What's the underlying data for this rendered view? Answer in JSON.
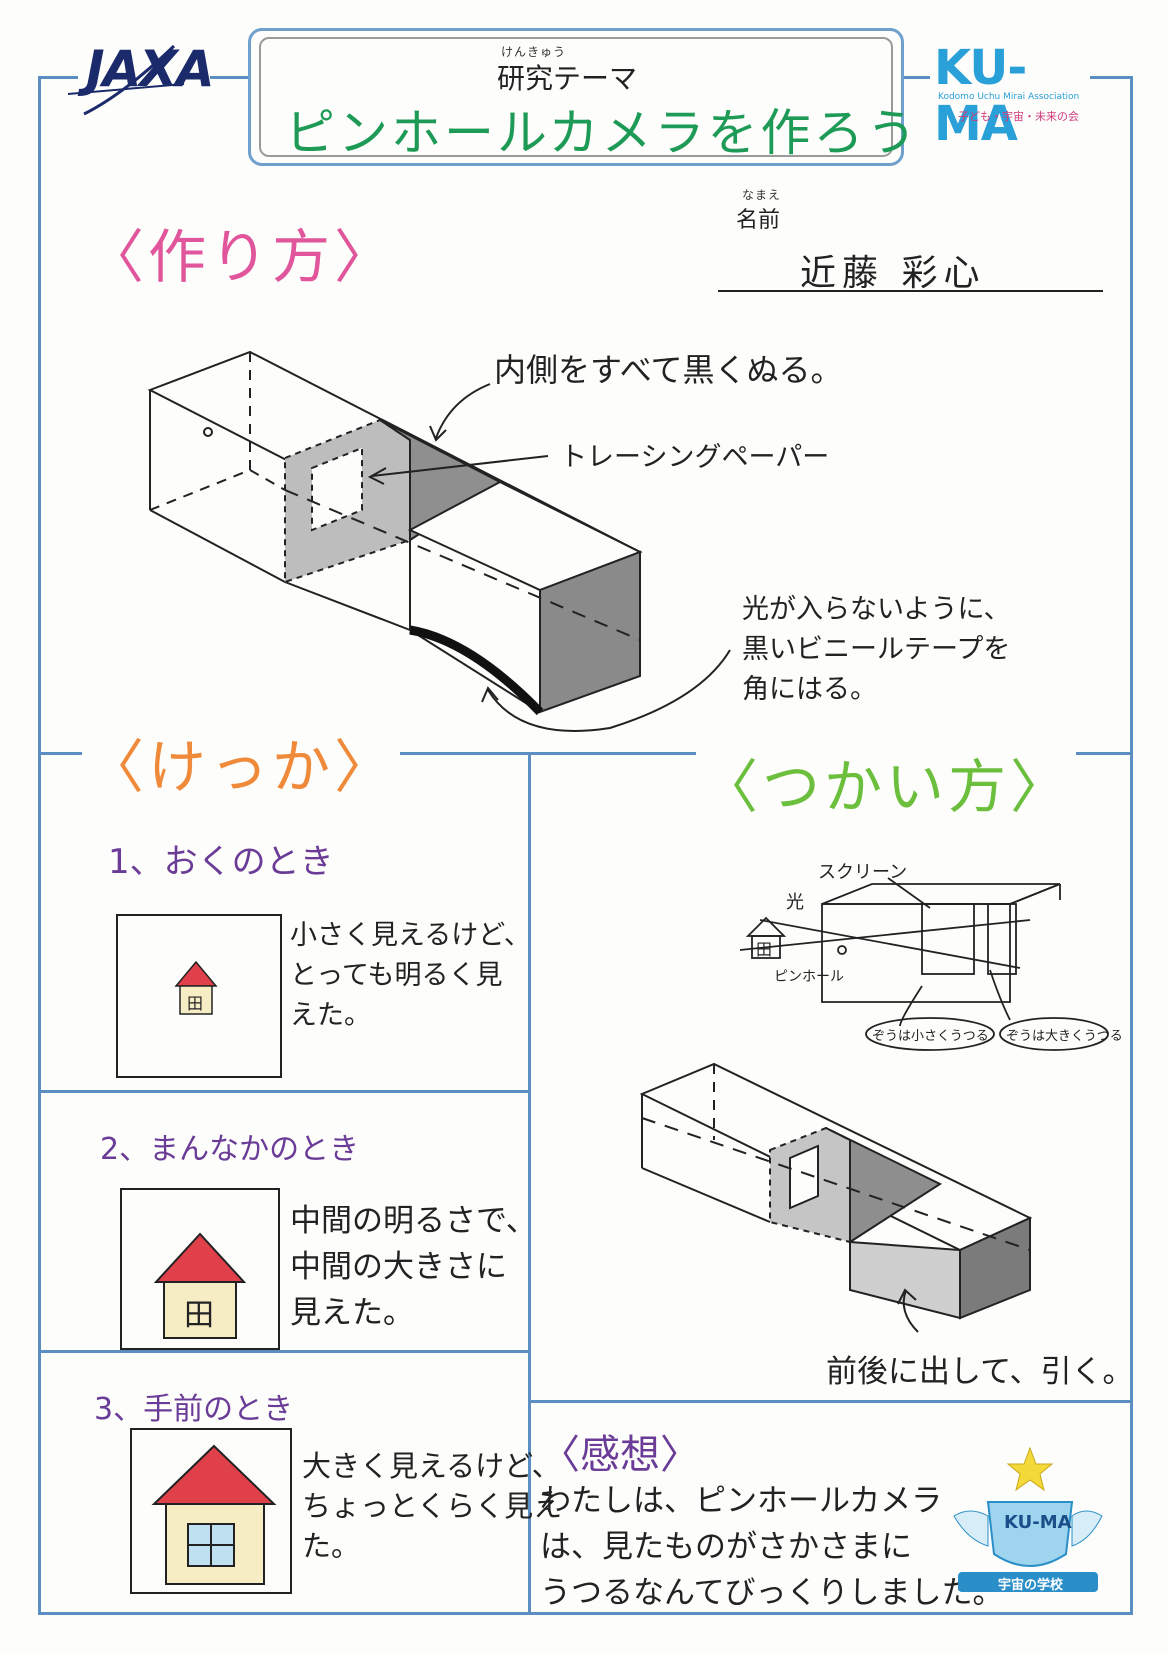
{
  "header": {
    "jaxa_logo": "JAXA",
    "kuma_logo": "KU-MA",
    "kuma_sub_en": "Kodomo Uchu Mirai Association",
    "kuma_sub_jp": "子ども・宇宙・未来の会",
    "theme_ruby": "けんきゅう",
    "theme_label": "研究テーマ",
    "theme_title": "ピンホールカメラを作ろう"
  },
  "name_field": {
    "ruby": "なまえ",
    "label": "名前",
    "value": "近藤 彩心"
  },
  "howto": {
    "heading": "〈作り方〉",
    "note_black": "内側をすべて黒くぬる。",
    "note_paper": "トレーシングペーパー",
    "note_tape": "光が入らないように、\n黒いビニールテープを\n角にはる。"
  },
  "results": {
    "heading": "〈けっか〉",
    "items": [
      {
        "label": "1、おくのとき",
        "text": "小さく見えるけど、\nとっても明るく見\nえた。",
        "house_label": "田"
      },
      {
        "label": "2、まんなかのとき",
        "text": "中間の明るさで、\n中間の大きさに\n見えた。",
        "house_label": "田"
      },
      {
        "label": "3、手前のとき",
        "text": "大きく見えるけど、\nちょっとくらく見え\nた。",
        "house_label": "田"
      }
    ]
  },
  "usage": {
    "heading": "〈つかい方〉",
    "screen_label": "スクリーン",
    "light_label": "光",
    "pinhole_label": "ピンホール",
    "house_label": "田",
    "bubble_small": "ぞうは小さくうつる",
    "bubble_large": "ぞうは大きくうつる",
    "caption": "前後に出して、引く。"
  },
  "impression": {
    "heading": "〈感想〉",
    "text": "わたしは、ピンホールカメラ\nは、見たものがさかさまに\nうつるなんてびっくりしました。",
    "badge_logo": "KU-MA",
    "badge_label": "宇宙の学校"
  },
  "colors": {
    "frame": "#5b8ec1",
    "title_green": "#1e9a57",
    "howto_pink": "#e0559b",
    "results_orange": "#ef8a3a",
    "usage_green": "#6cbf3c",
    "purple": "#6a3c97",
    "roof_red": "#e0404a",
    "wall_yellow": "#f7edc4",
    "window_blue": "#bfe0ef"
  }
}
